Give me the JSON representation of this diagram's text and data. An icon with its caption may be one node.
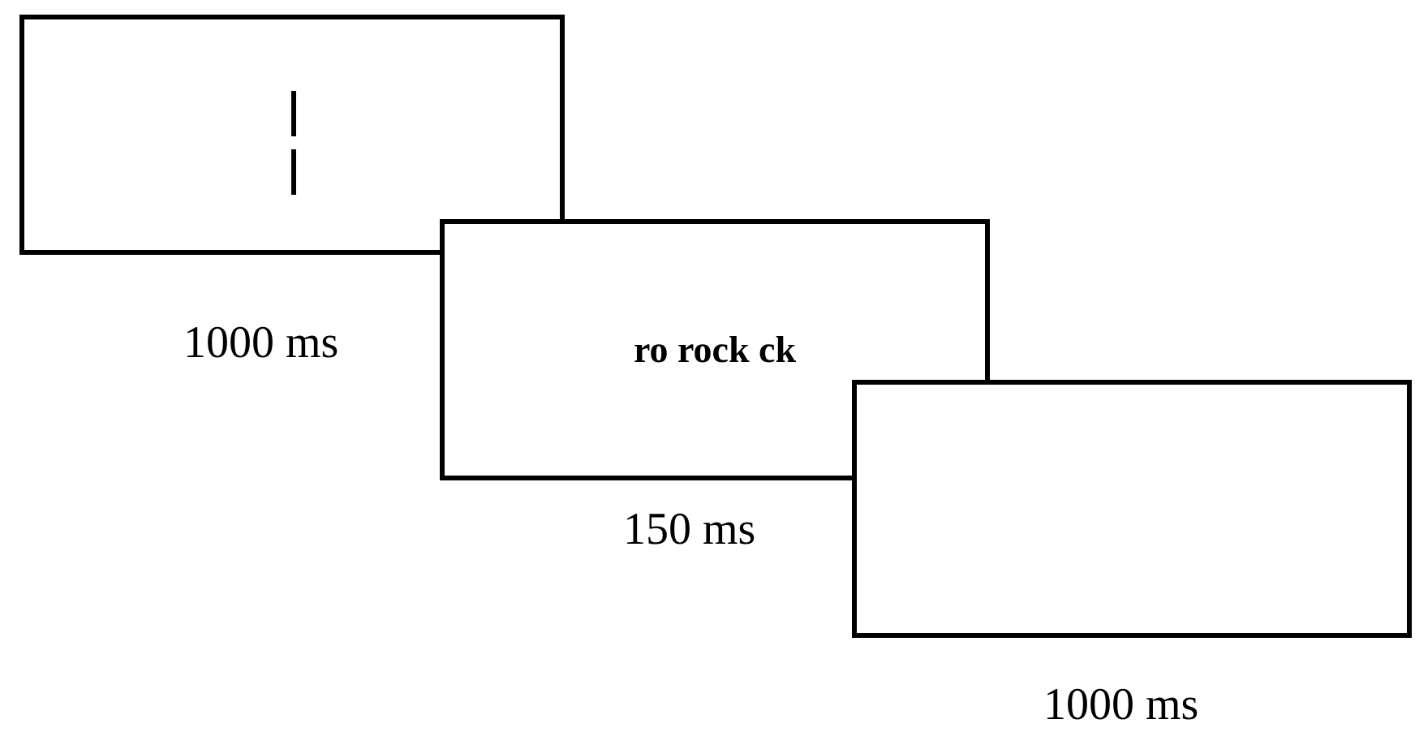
{
  "diagram": {
    "nodes": [
      {
        "text": [],
        "shape": "box",
        "beside": [
          "1000 ms"
        ]
      },
      {
        "text": [
          "ro rock ck"
        ],
        "beside": [
          "150 ms"
        ]
      },
      {
        "text": [],
        "shape": "box",
        "beside": [
          "1000 ms"
        ]
      }
    ]
  }
}
